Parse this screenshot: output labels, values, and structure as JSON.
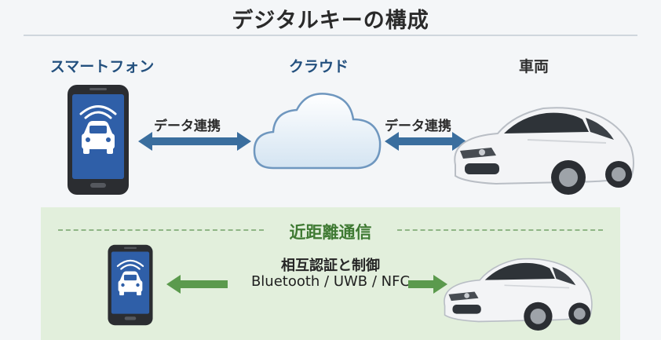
{
  "title": "デジタルキーの構成",
  "columns": {
    "smartphone": "スマートフォン",
    "cloud": "クラウド",
    "vehicle": "車両"
  },
  "links": {
    "phone_cloud": "データ連携",
    "cloud_vehicle": "データ連携"
  },
  "short_range": {
    "title": "近距離通信",
    "subtitle": "相互認証と制御",
    "protocols": "Bluetooth / UWB / NFC"
  },
  "colors": {
    "title_text": "#2a2a2a",
    "label_blue": "#23507e",
    "arrow_blue": "#3a6e9e",
    "arrow_green": "#5b9a4d",
    "panel_green": "#e2efdc",
    "nfc_title_green": "#3f7a33",
    "phone_screen": "#2f5fa8"
  },
  "icons": {
    "phone": "smartphone-icon",
    "car_in_phone": "car-front-icon",
    "cloud": "cloud-icon",
    "vehicle": "car-photo",
    "wireless": "wireless-signal-icon"
  }
}
